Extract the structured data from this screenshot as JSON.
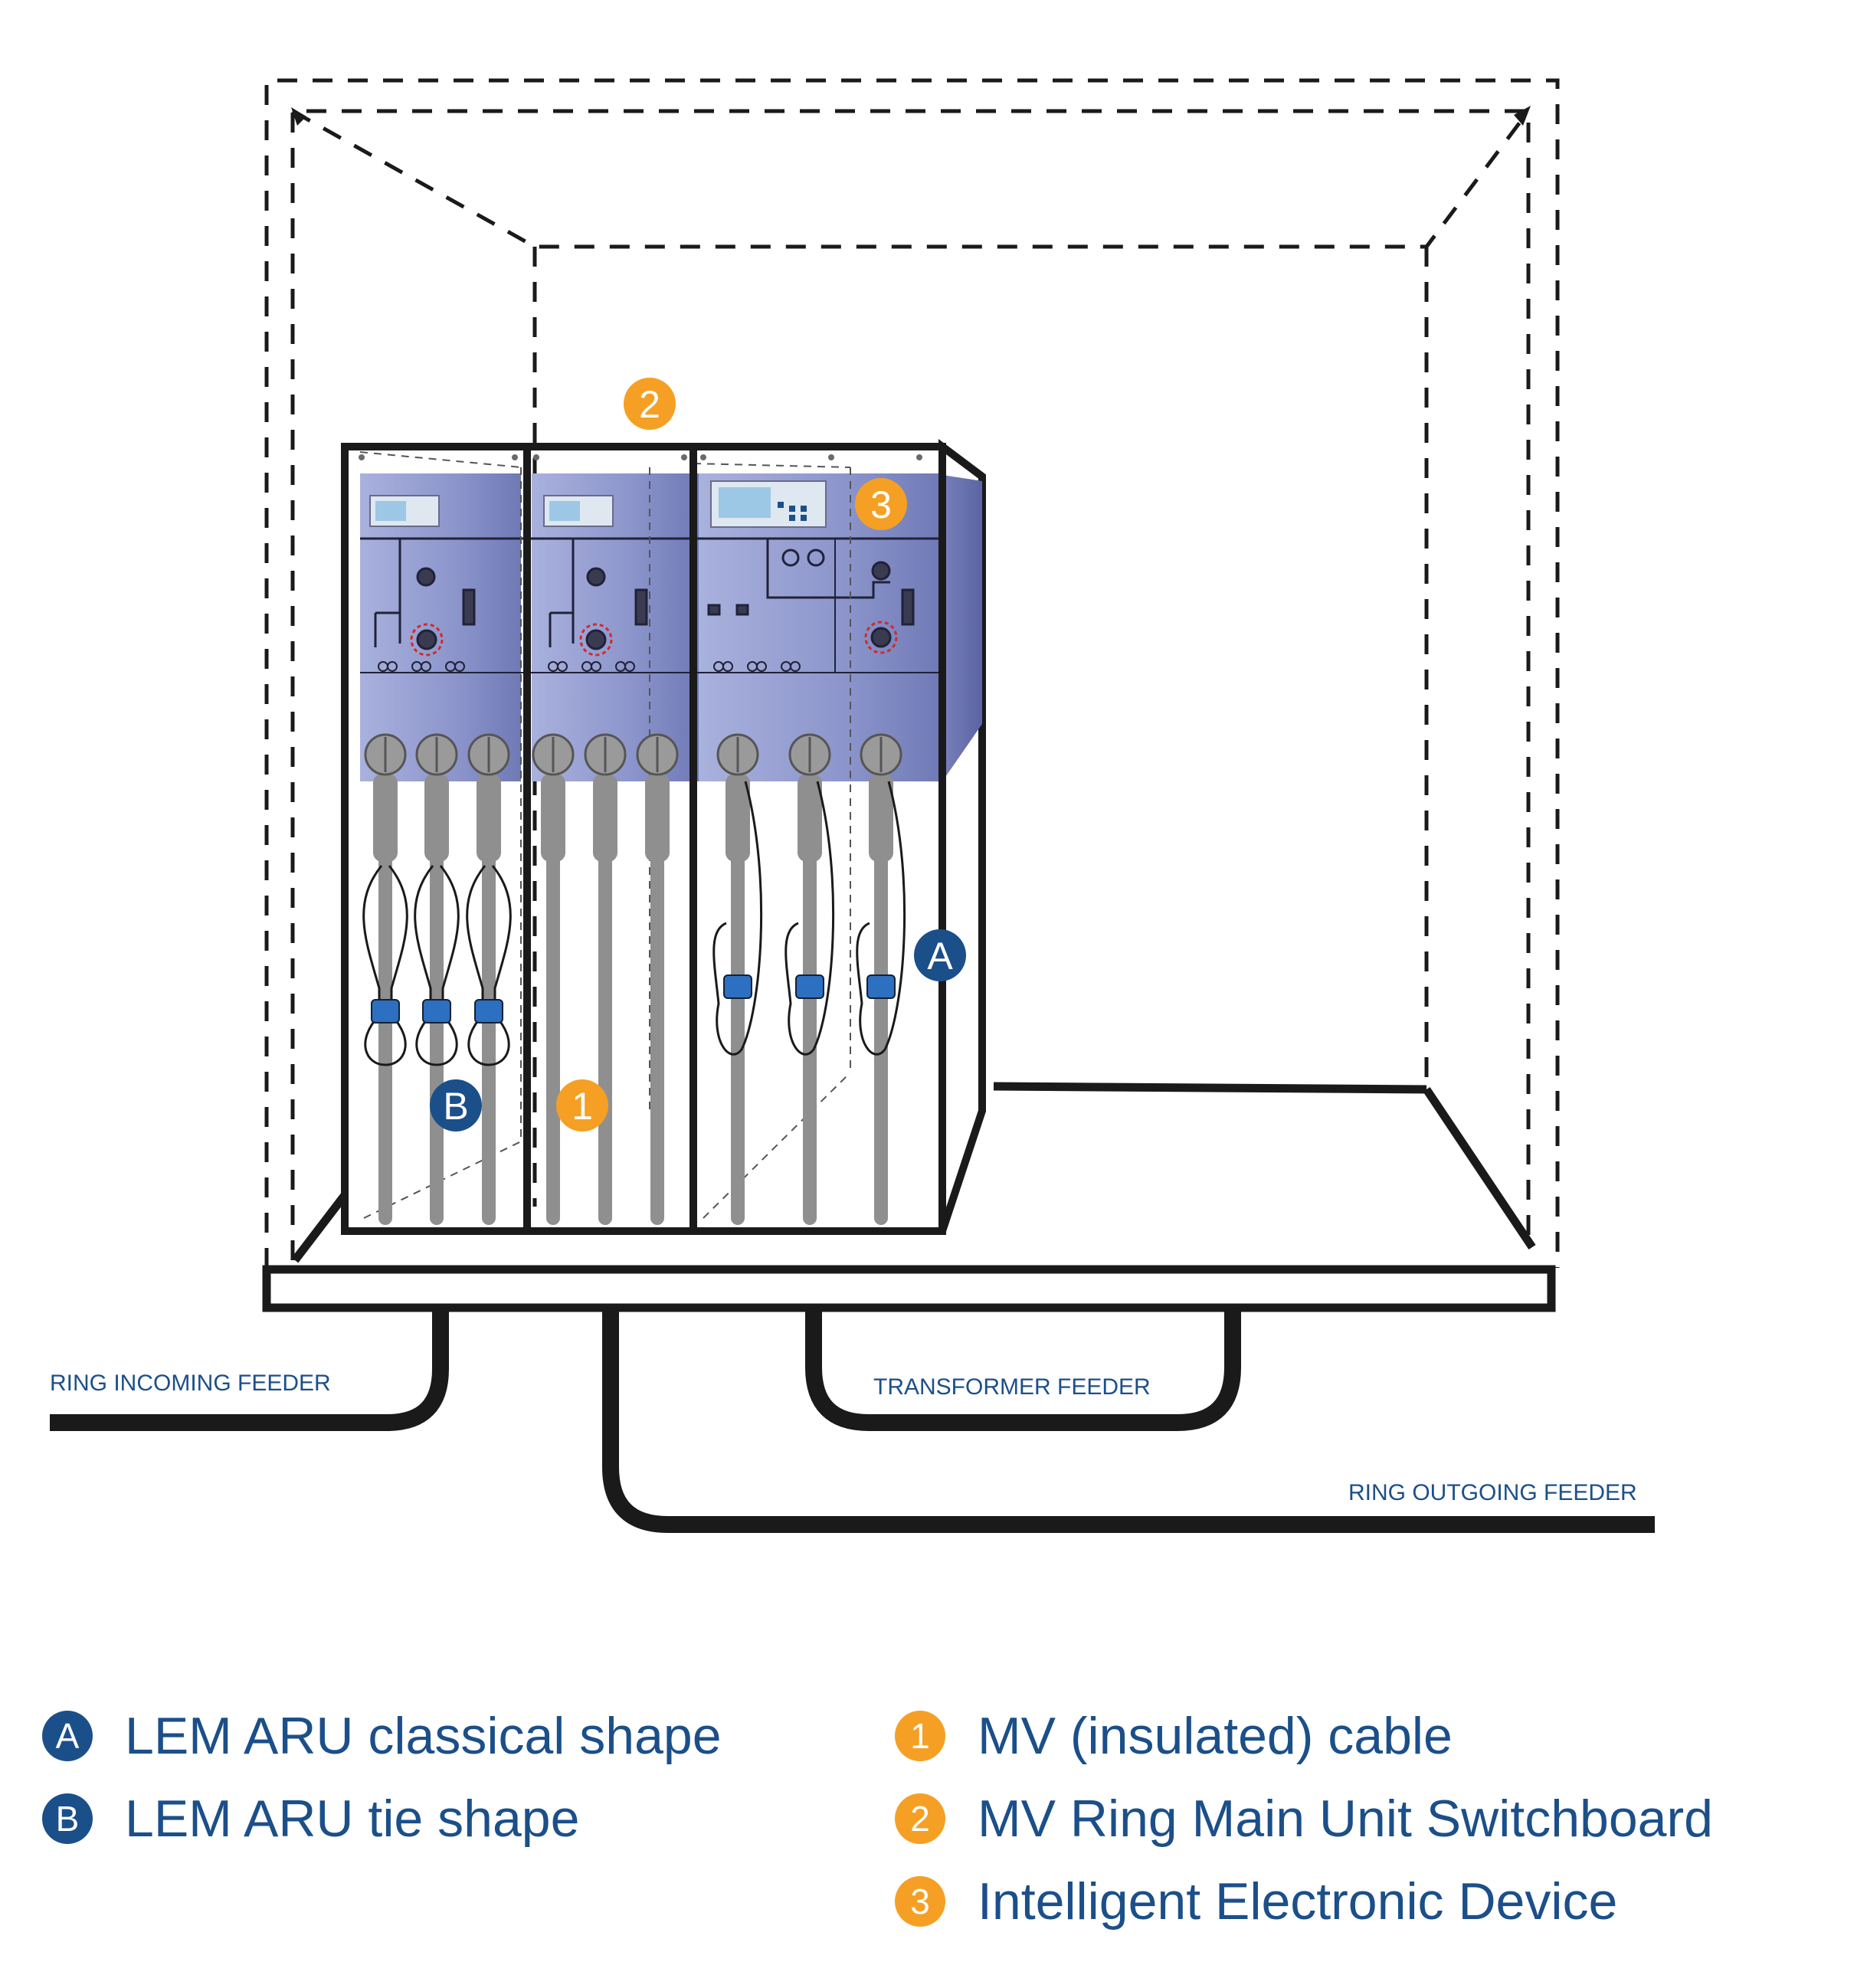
{
  "feeders": {
    "ring_incoming": "RING INCOMING FEEDER",
    "transformer": "TRANSFORMER FEEDER",
    "ring_outgoing": "RING OUTGOING FEEDER"
  },
  "markers": {
    "a": "A",
    "b": "B",
    "one": "1",
    "two": "2",
    "three": "3"
  },
  "legend": {
    "letters": [
      {
        "badge": "A",
        "text": "LEM ARU classical shape"
      },
      {
        "badge": "B",
        "text": "LEM ARU tie shape"
      }
    ],
    "numbers": [
      {
        "badge": "1",
        "text": "MV (insulated) cable"
      },
      {
        "badge": "2",
        "text": "MV Ring Main Unit Switchboard"
      },
      {
        "badge": "3",
        "text": "Intelligent Electronic Device"
      }
    ]
  },
  "colors": {
    "navy": "#1b4f8a",
    "orange": "#f5a024",
    "panel": "#8e97cc",
    "cable": "#8f8f8f",
    "line": "#1a1a1a"
  }
}
